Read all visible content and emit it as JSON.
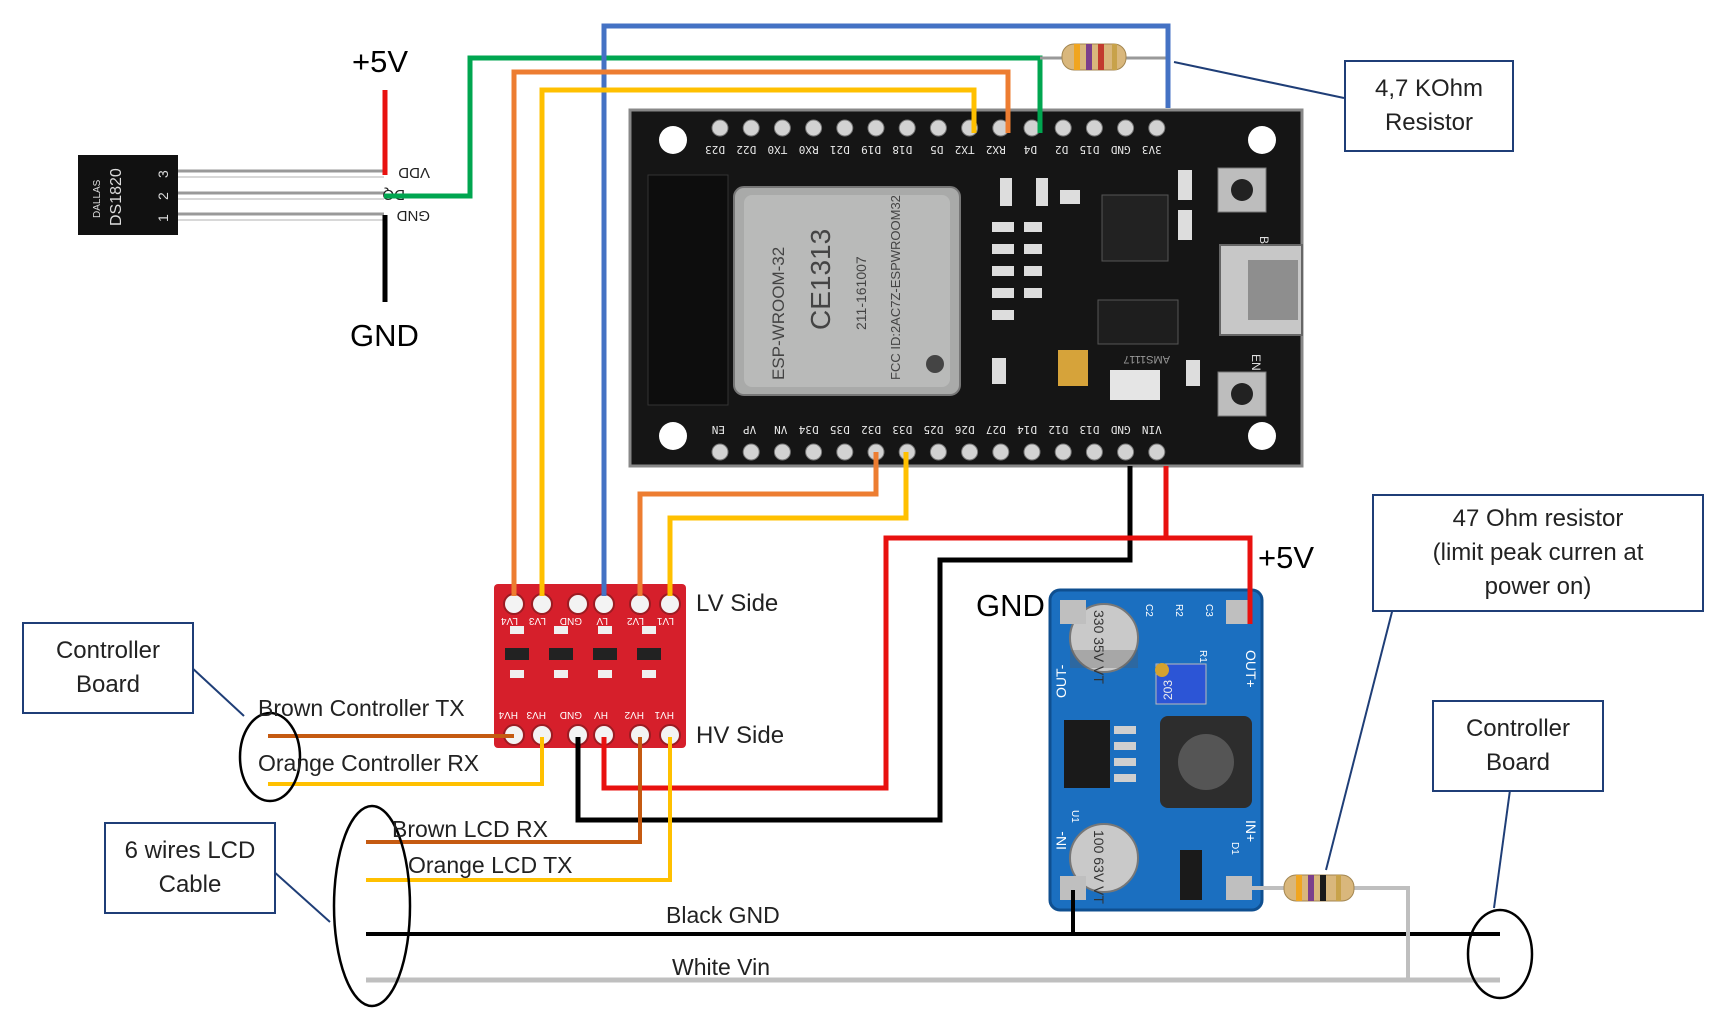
{
  "labels": {
    "vcc_top": "+5V",
    "gnd_top": "GND",
    "gnd_mid": "GND",
    "vcc_right": "+5V",
    "lv_side": "LV Side",
    "hv_side": "HV Side",
    "brown_ctrl_tx": "Brown Controller TX",
    "orange_ctrl_rx": "Orange Controller RX",
    "brown_lcd_rx": "Brown LCD RX",
    "orange_lcd_tx": "Orange LCD TX",
    "black_gnd": "Black GND",
    "white_vin": "White Vin"
  },
  "callouts": {
    "resistor_47k": "4,7 KOhm\nResistor",
    "resistor_47ohm": "47 Ohm resistor\n(limit peak curren at\npower on)",
    "controller_board_left": "Controller\nBoard",
    "controller_board_right": "Controller\nBoard",
    "lcd_cable": "6 wires LCD\nCable"
  },
  "sensor": {
    "brand": "DALLAS",
    "model": "DS1820",
    "pin_numbers": [
      "1",
      "2",
      "3"
    ],
    "pins": [
      "VDD",
      "DQ",
      "GND"
    ]
  },
  "esp32": {
    "module_name": "ESP-WROOM-32",
    "module_code": "211-161007",
    "fcc_id": "FCC ID:2AC7Z-ESPWROOM32",
    "ce_mark": "CE1313",
    "top_pins": [
      "D23",
      "D22",
      "TX0",
      "RX0",
      "D21",
      "D19",
      "D18",
      "D5",
      "TX2",
      "RX2",
      "D4",
      "D2",
      "D15",
      "GND",
      "3V3"
    ],
    "bottom_pins": [
      "EN",
      "VP",
      "VN",
      "D34",
      "D35",
      "D32",
      "D33",
      "D25",
      "D26",
      "D27",
      "D14",
      "D12",
      "D13",
      "GND",
      "VIN"
    ],
    "boot_label": "BOOT",
    "en_label": "EN",
    "regulator": "AMS1117"
  },
  "level_shifter": {
    "lv_pins": [
      "LV4",
      "LV3",
      "GND",
      "LV",
      "LV2",
      "LV1"
    ],
    "hv_pins": [
      "HV4",
      "HV3",
      "GND",
      "HV",
      "HV2",
      "HV1"
    ]
  },
  "buck": {
    "out_minus": "OUT-",
    "out_plus": "OUT+",
    "in_minus": "IN-",
    "in_plus": "IN+",
    "cap_top": "330 35V VT",
    "cap_bottom": "100 63V VT",
    "pot": "203",
    "parts": [
      "C2",
      "R2",
      "C3",
      "R1",
      "D1",
      "U1"
    ]
  },
  "colors": {
    "red": "#e8110f",
    "black": "#000000",
    "green": "#00a650",
    "orange": "#ed7d31",
    "yellow": "#ffc000",
    "blue": "#4472c4",
    "brown": "#c55a11",
    "white_wire": "#bfbfbf",
    "callout_border": "#1f3e77"
  }
}
